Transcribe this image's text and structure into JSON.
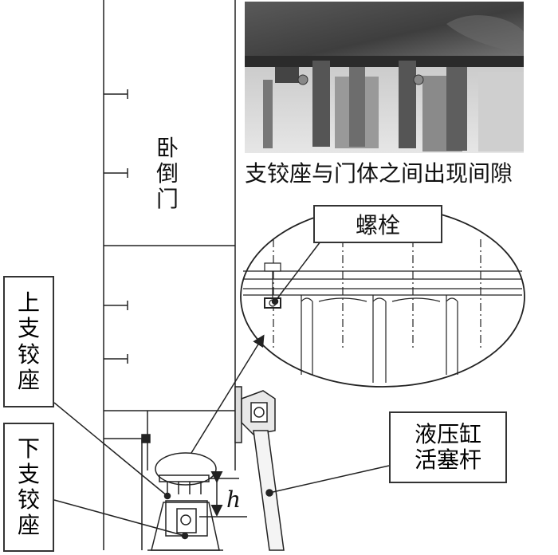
{
  "labels": {
    "door_chars": [
      "卧",
      "倒",
      "门"
    ],
    "gap_caption": "支铰座与门体之间出现间隙",
    "bolt": "螺栓",
    "upper_hinge_chars": [
      "上",
      "支",
      "铰",
      "座"
    ],
    "lower_hinge_chars": [
      "下",
      "支",
      "铰",
      "座"
    ],
    "cylinder_line1": "液压缸",
    "cylinder_line2": "活塞杆",
    "h_symbol": "h"
  },
  "colors": {
    "line": "#222222",
    "box_border": "#333333",
    "photo_dark": "#3a3a3a"
  }
}
